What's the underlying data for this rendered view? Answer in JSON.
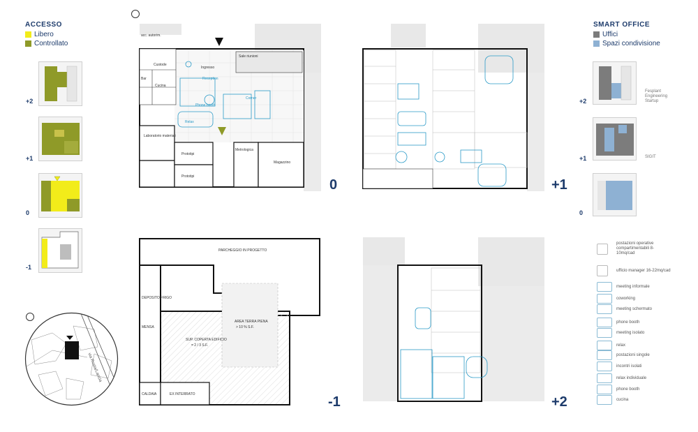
{
  "accesso": {
    "title": "ACCESSO",
    "items": [
      {
        "label": "Libero",
        "color": "#f2ec1a"
      },
      {
        "label": "Controllato",
        "color": "#8f9a28"
      }
    ]
  },
  "smart_office": {
    "title": "SMART OFFICE",
    "items": [
      {
        "label": "Uffici",
        "color": "#7c7c7c"
      },
      {
        "label": "Spazi condivisione",
        "color": "#8eb1d3"
      }
    ]
  },
  "left_levels": [
    "+2",
    "+1",
    "0",
    "-1"
  ],
  "right_levels": [
    "+2",
    "+1",
    "0"
  ],
  "right_notes": {
    "plus2": "Fesplant Engineering Startup",
    "plus1": "SIGIT"
  },
  "plan_levels": {
    "ground": "0",
    "first": "+1",
    "basement": "-1",
    "second": "+2"
  },
  "ground_rooms": {
    "autorimessa": "acc. autorim.",
    "sala_riunioni": "Sale riunioni",
    "ingresso": "Ingresso",
    "custode": "Custode",
    "bar": "Bar",
    "cucina": "Cucina",
    "reception": "Reception",
    "relax": "Relax",
    "phone_booth": "Phone booth",
    "corner": "Corner",
    "laboratorio": "Laboratorio materiali",
    "prototipi1": "Prototipi",
    "prototipi2": "Prototipi",
    "metrologica": "Metrologica",
    "magazzino": "Magazzino"
  },
  "basement_rooms": {
    "parcheggio": "PARCHEGGIO IN PROGETTO",
    "deposito": "DEPOSITO FRIGO",
    "mensa": "MENSA",
    "area_terra": "AREA TERRA PIENA",
    "area_terra_note": "> 10 % S.F.",
    "sup_coperta": "SUP. COPERTA EDIFICIO",
    "sup_coperta_note": "= 2 / 3 S.F.",
    "caldaia": "CALDAIA",
    "ex_interrato": "EX INTERRATO"
  },
  "street_label": "via Rosta/Lancia",
  "key": [
    {
      "label": "postazioni operative compartimentabili 8-10mq/cad",
      "icon": "workstation-icon"
    },
    {
      "label": "ufficio manager 16-22mq/cad",
      "icon": "manager-office-icon"
    },
    {
      "label": "meeting informale",
      "icon": "meeting-informal-icon"
    },
    {
      "label": "coworking",
      "icon": "coworking-icon"
    },
    {
      "label": "meeting schermato",
      "icon": "meeting-screened-icon"
    },
    {
      "label": "phone booth",
      "icon": "phone-booth-icon"
    },
    {
      "label": "meeting isolato",
      "icon": "meeting-isolated-icon"
    },
    {
      "label": "relax",
      "icon": "relax-icon"
    },
    {
      "label": "postazioni singole",
      "icon": "single-desk-icon"
    },
    {
      "label": "incontri isolati",
      "icon": "isolated-meeting-icon"
    },
    {
      "label": "relax individuale",
      "icon": "relax-individual-icon"
    },
    {
      "label": "phone booth",
      "icon": "phone-booth-small-icon"
    },
    {
      "label": "cucina",
      "icon": "kitchen-icon"
    }
  ]
}
